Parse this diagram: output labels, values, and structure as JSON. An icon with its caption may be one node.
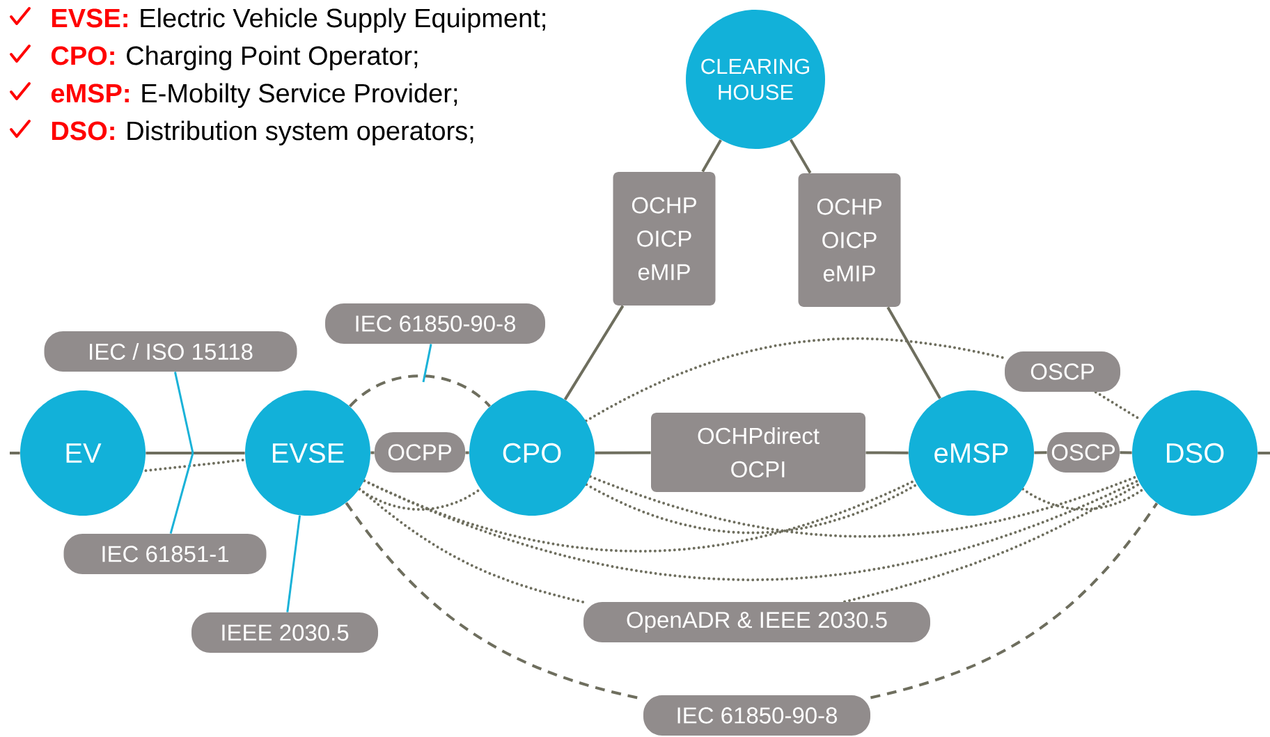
{
  "diagram": {
    "nodes": [
      {
        "text": [
          "EV"
        ]
      },
      {
        "text": [
          "EVSE"
        ]
      },
      {
        "text": [
          "CPO"
        ]
      },
      {
        "text": [
          "eMSP"
        ]
      },
      {
        "text": [
          "DSO"
        ]
      },
      {
        "text": [
          "CLEARING HOUSE"
        ]
      },
      {
        "text": [
          "OCHP OICP eMIP"
        ]
      },
      {
        "text": [
          "OCHP OICP eMIP"
        ]
      },
      {
        "text": [
          "OCHPdirect OCPI"
        ]
      },
      {
        "text": [
          "OCPP"
        ]
      },
      {
        "text": [
          "OSCP"
        ]
      },
      {
        "text": [
          "OSCP"
        ]
      },
      {
        "text": [
          "IEC / ISO 15118"
        ]
      },
      {
        "text": [
          "IEC 61850-90-8"
        ]
      },
      {
        "text": [
          "IEC 61851-1"
        ]
      },
      {
        "text": [
          "IEEE 2030.5"
        ]
      },
      {
        "text": [
          "OpenADR & IEEE 2030.5"
        ]
      },
      {
        "text": [
          "IEC 61850-90-8"
        ]
      }
    ],
    "edges": [
      {
        "from": null,
        "to": 0,
        "arrow": "none"
      },
      {
        "from": 0,
        "to": 1,
        "arrow": "none"
      },
      {
        "from": 1,
        "to": 9,
        "arrow": "none"
      },
      {
        "from": 9,
        "to": 2,
        "arrow": "none"
      },
      {
        "from": 2,
        "to": 8,
        "arrow": "none"
      },
      {
        "from": 8,
        "to": 3,
        "arrow": "none"
      },
      {
        "from": 3,
        "to": 10,
        "arrow": "none"
      },
      {
        "from": 10,
        "to": 4,
        "arrow": "none"
      },
      {
        "from": 4,
        "to": null,
        "arrow": "none"
      },
      {
        "from": 2,
        "to": 6,
        "arrow": "none"
      },
      {
        "from": 6,
        "to": 5,
        "arrow": "none"
      },
      {
        "from": 5,
        "to": 7,
        "arrow": "none"
      },
      {
        "from": 7,
        "to": 3,
        "arrow": "none"
      },
      {
        "from": 1,
        "to": 2,
        "arrow": "none",
        "style": "dashed"
      },
      {
        "from": 2,
        "to": 11,
        "arrow": "none",
        "style": "dashed"
      },
      {
        "from": 11,
        "to": 4,
        "arrow": "none",
        "style": "dashed"
      },
      {
        "from": 0,
        "to": 1,
        "arrow": "none",
        "style": "dashed"
      },
      {
        "from": 1,
        "to": 2,
        "arrow": "none",
        "style": "dashed"
      },
      {
        "from": 1,
        "to": 16,
        "arrow": "none",
        "style": "dashed"
      },
      {
        "from": 1,
        "to": 3,
        "arrow": "none",
        "style": "dashed"
      },
      {
        "from": 1,
        "to": 4,
        "arrow": "none",
        "style": "dashed"
      },
      {
        "from": 2,
        "to": 3,
        "arrow": "none",
        "style": "dashed"
      },
      {
        "from": 2,
        "to": 4,
        "arrow": "none",
        "style": "dashed"
      },
      {
        "from": 3,
        "to": 4,
        "arrow": "none",
        "style": "dashed"
      },
      {
        "from": 16,
        "to": 4,
        "arrow": "none",
        "style": "dashed"
      },
      {
        "from": 1,
        "to": 17,
        "arrow": "none",
        "style": "dashed"
      },
      {
        "from": 17,
        "to": 4,
        "arrow": "none",
        "style": "dashed"
      },
      {
        "from": 12,
        "to": null,
        "arrow": "none",
        "color": "#1ab2d8"
      },
      {
        "from": 14,
        "to": null,
        "arrow": "none",
        "color": "#1ab2d8"
      },
      {
        "from": 15,
        "to": 1,
        "arrow": "none",
        "color": "#1ab2d8"
      },
      {
        "from": 13,
        "to": null,
        "arrow": "none",
        "color": "#1ab2d8"
      }
    ],
    "labels": [
      "EVSE:",
      "Electric Vehicle Supply Equipment;",
      "CPO:",
      "Charging Point Operator;",
      "eMSP:",
      "E-Mobilty Service Provider;",
      "DSO:",
      "Distribution system operators;"
    ]
  }
}
